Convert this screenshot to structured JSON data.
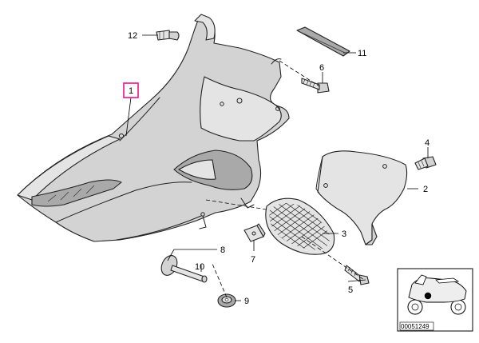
{
  "diagram": {
    "callouts": {
      "c1": "1",
      "c2": "2",
      "c3": "3",
      "c4": "4",
      "c5": "5",
      "c6": "6",
      "c7": "7",
      "c8": "8",
      "c9": "9",
      "c10": "10",
      "c11": "11",
      "c12": "12"
    },
    "highlighted_callout": "1",
    "thumbnail": {
      "code": "00051249"
    }
  },
  "colors": {
    "highlight": "#e6178a",
    "part_fill": "#d3d3d3",
    "line": "#222222"
  }
}
